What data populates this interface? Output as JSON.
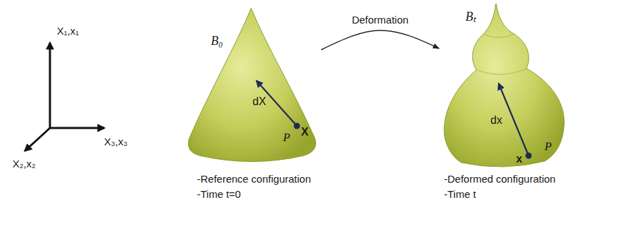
{
  "diagram": {
    "nodes": [
      {
        "text": [
          "B₀",
          "dX",
          "P",
          "X"
        ]
      },
      {
        "text": [
          "Bₜ",
          "dx",
          "P",
          "x"
        ]
      }
    ],
    "edges": [
      {
        "from": 0,
        "to": 1,
        "arrow": "to",
        "label": "Deformation"
      }
    ],
    "labels": [
      "X₁,x₁",
      "X₃,x₃",
      "X₂,x₂",
      "-Reference configuration",
      "-Time t=0",
      "-Deformed configuration",
      "-Time t"
    ]
  }
}
